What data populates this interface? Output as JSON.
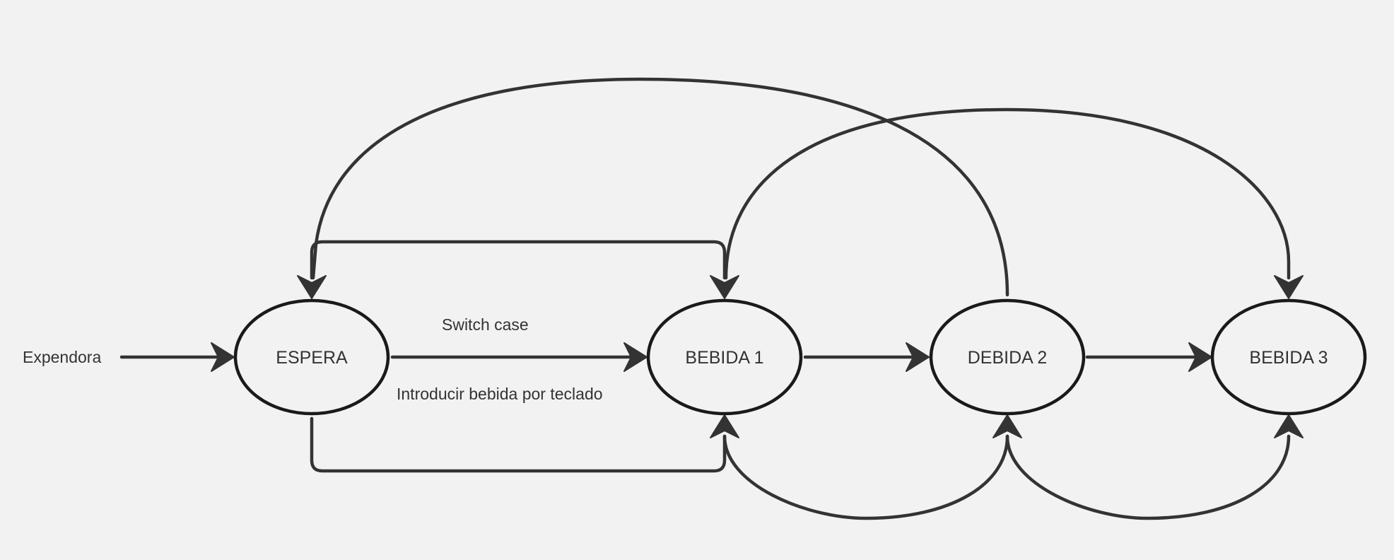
{
  "diagram": {
    "colors": {
      "background": "#f2f2f2",
      "stroke": "#333333",
      "node_border": "#1a1a1a",
      "text": "#333333"
    },
    "start_label": "Expendora",
    "nodes": [
      {
        "id": "espera",
        "label": "ESPERA"
      },
      {
        "id": "bebida1",
        "label": "BEBIDA 1"
      },
      {
        "id": "debida2",
        "label": "DEBIDA 2"
      },
      {
        "id": "bebida3",
        "label": "BEBIDA 3"
      }
    ],
    "edges": [
      {
        "from": "start",
        "to": "espera"
      },
      {
        "from": "espera",
        "to": "bebida1",
        "label_above": "Switch case",
        "label_below": "Introducir bebida por teclado"
      },
      {
        "from": "bebida1",
        "to": "debida2"
      },
      {
        "from": "debida2",
        "to": "bebida3"
      },
      {
        "from": "debida2",
        "to": "espera"
      },
      {
        "from": "bebida1",
        "to": "bebida3"
      },
      {
        "from": "espera",
        "to": "bebida1",
        "route": "top"
      },
      {
        "from": "espera",
        "to": "bebida1",
        "route": "bottom"
      },
      {
        "from": "debida2",
        "to": "bebida1",
        "route": "bottom"
      },
      {
        "from": "bebida3",
        "to": "debida2",
        "route": "bottom"
      }
    ]
  }
}
